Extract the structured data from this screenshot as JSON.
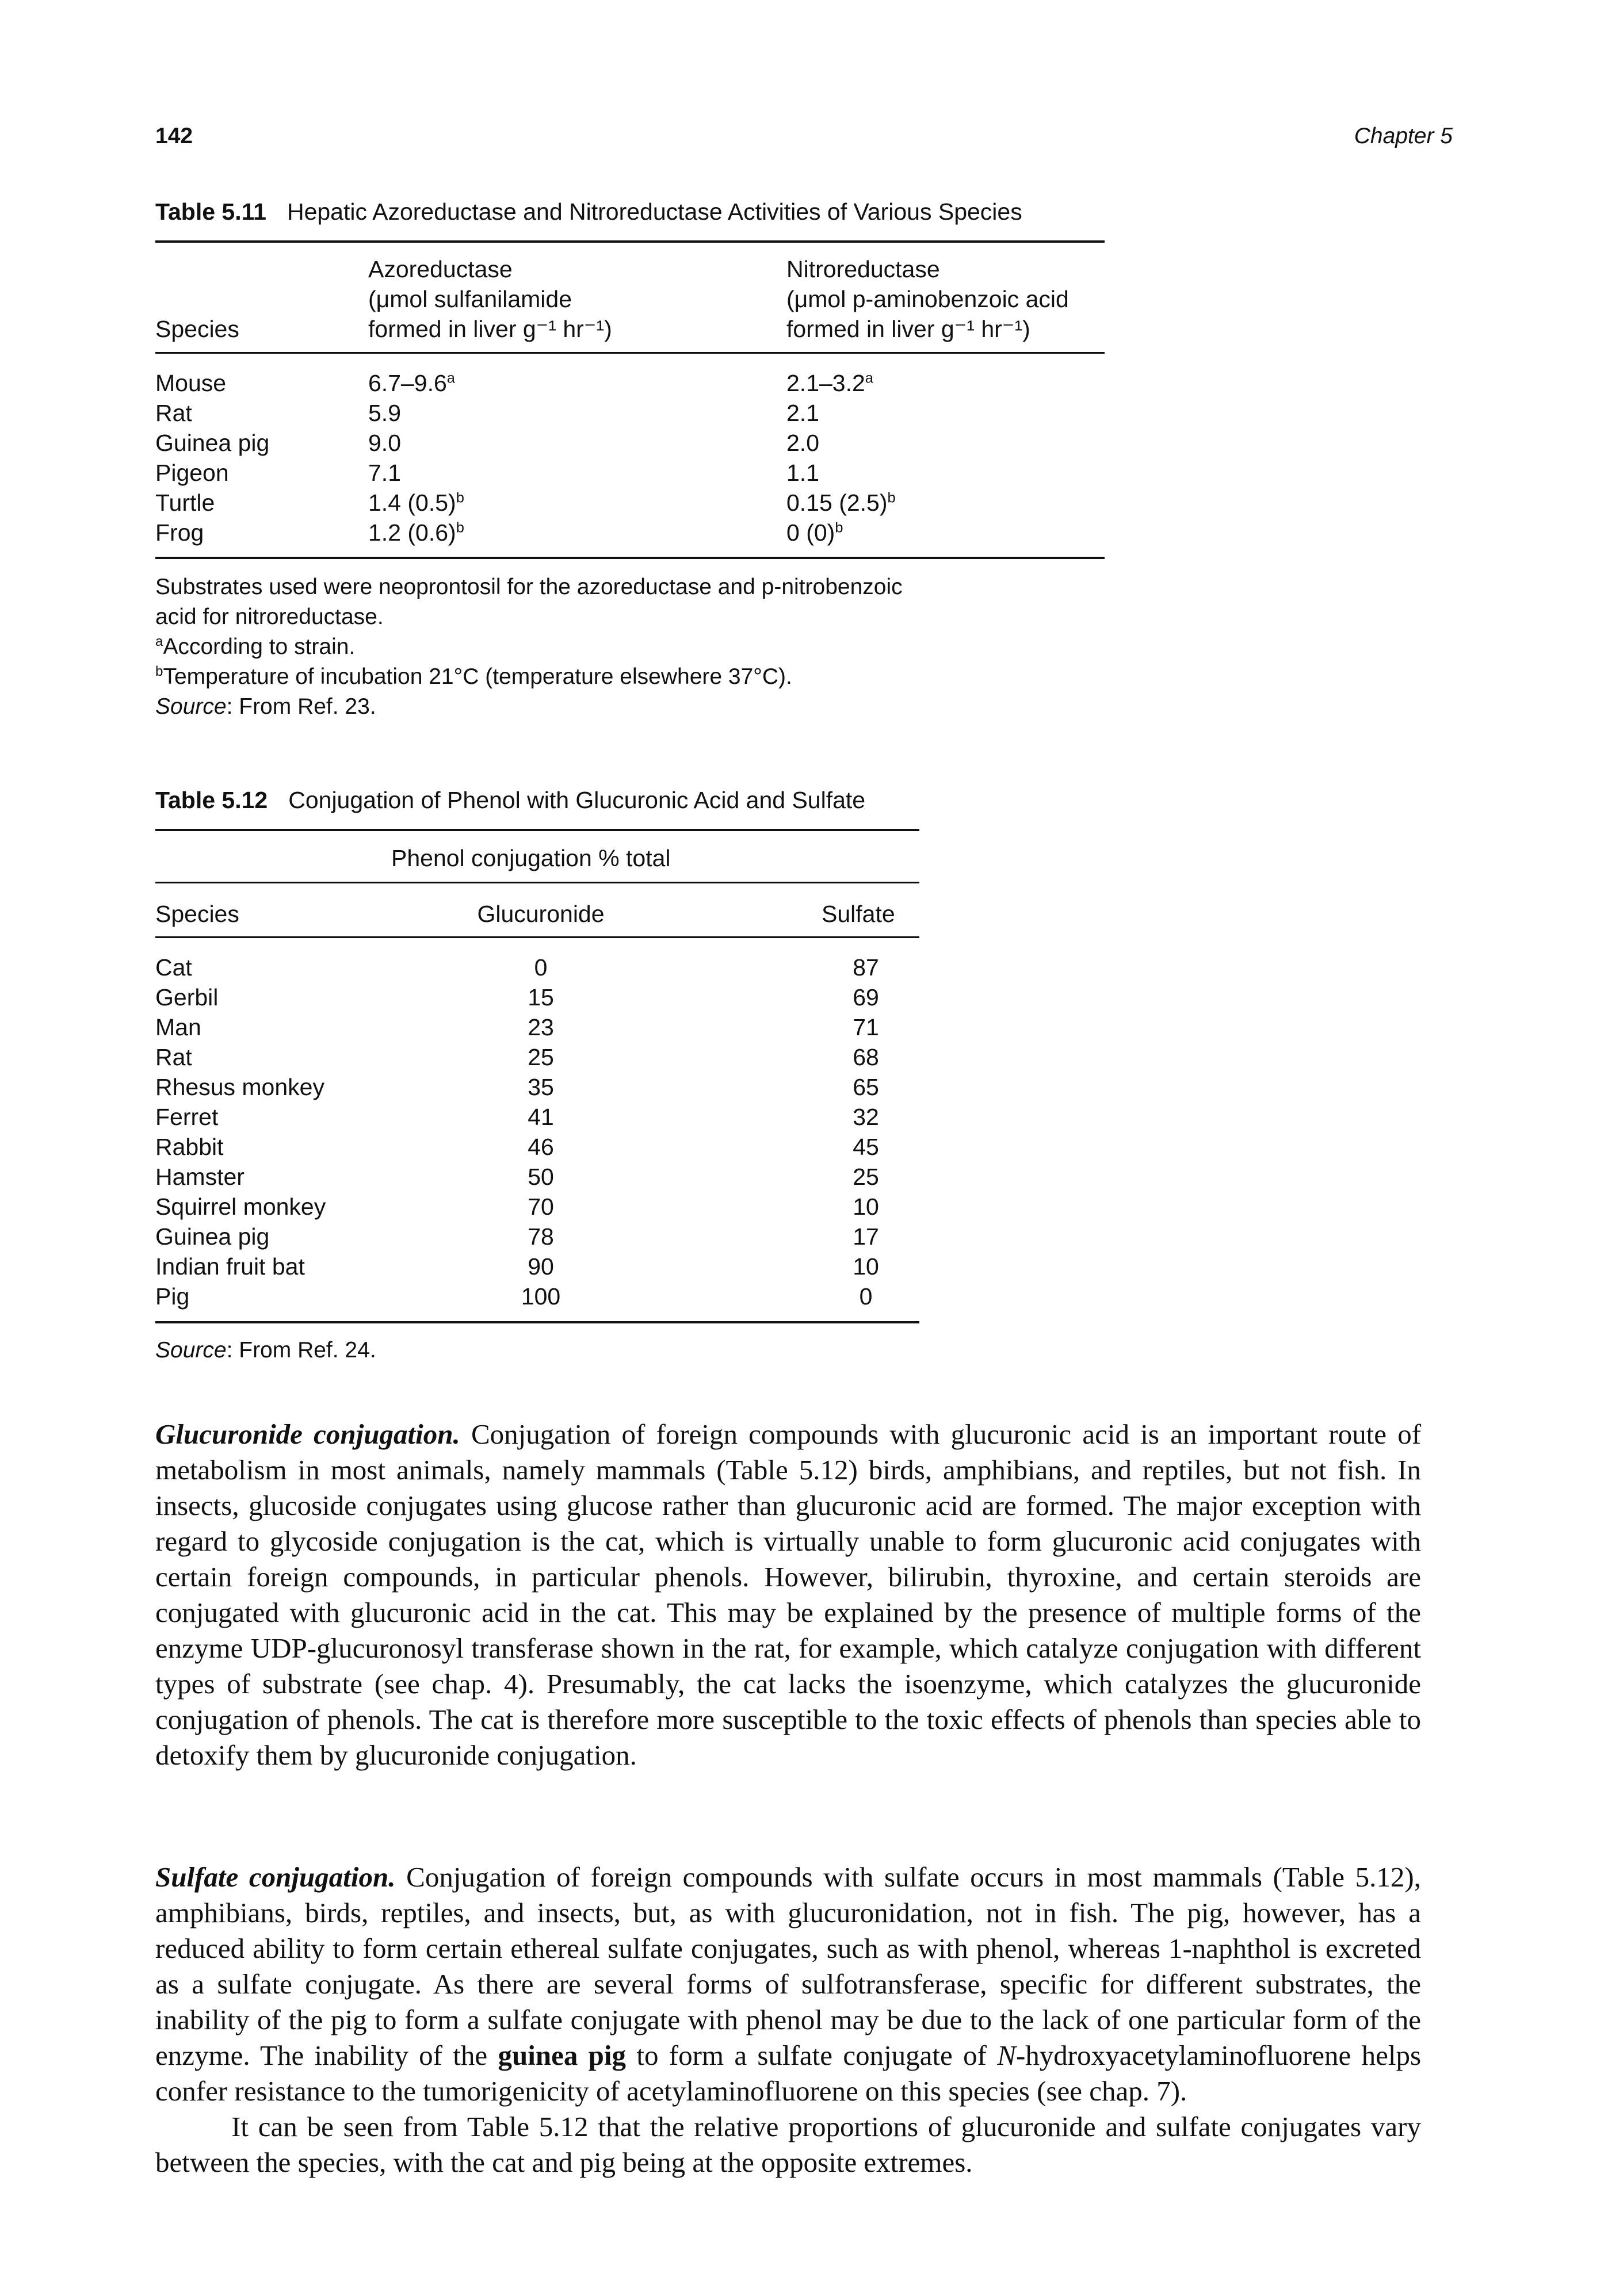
{
  "header": {
    "page_number": "142",
    "chapter": "Chapter 5"
  },
  "table_5_11": {
    "number": "Table 5.11",
    "title": "Hepatic Azoreductase and Nitroreductase Activities of Various Species",
    "col_species": "Species",
    "col_azo": [
      "Azoreductase",
      "(μmol sulfanilamide",
      "formed in liver g⁻¹ hr⁻¹)"
    ],
    "col_nitro": [
      "Nitroreductase",
      "(μmol p-aminobenzoic acid",
      "formed in liver g⁻¹ hr⁻¹)"
    ],
    "rows": [
      {
        "species": "Mouse",
        "azo": "6.7–9.6",
        "azo_sup": "a",
        "nitro": "2.1–3.2",
        "nitro_sup": "a"
      },
      {
        "species": "Rat",
        "azo": "5.9",
        "azo_sup": "",
        "nitro": "2.1",
        "nitro_sup": ""
      },
      {
        "species": "Guinea pig",
        "azo": "9.0",
        "azo_sup": "",
        "nitro": "2.0",
        "nitro_sup": ""
      },
      {
        "species": "Pigeon",
        "azo": "7.1",
        "azo_sup": "",
        "nitro": "1.1",
        "nitro_sup": ""
      },
      {
        "species": "Turtle",
        "azo": "1.4 (0.5)",
        "azo_sup": "b",
        "nitro": "0.15 (2.5)",
        "nitro_sup": "b"
      },
      {
        "species": "Frog",
        "azo": "1.2 (0.6)",
        "azo_sup": "b",
        "nitro": "0 (0)",
        "nitro_sup": "b"
      }
    ],
    "notes": {
      "substrates_1": "Substrates used were neoprontosil for the azoreductase and p-nitrobenzoic",
      "substrates_2": "acid for nitroreductase.",
      "a_mark": "a",
      "a_text": "According to strain.",
      "b_mark": "b",
      "b_text": "Temperature of incubation 21°C (temperature elsewhere 37°C).",
      "source_label": "Source",
      "source_text": ": From Ref. 23."
    }
  },
  "table_5_12": {
    "number": "Table 5.12",
    "title": "Conjugation of Phenol with Glucuronic Acid and Sulfate",
    "group_header": "Phenol conjugation % total",
    "col_species": "Species",
    "col_gluc": "Glucuronide",
    "col_sulf": "Sulfate",
    "rows": [
      {
        "species": "Cat",
        "gluc": "0",
        "sulf": "87"
      },
      {
        "species": "Gerbil",
        "gluc": "15",
        "sulf": "69"
      },
      {
        "species": "Man",
        "gluc": "23",
        "sulf": "71"
      },
      {
        "species": "Rat",
        "gluc": "25",
        "sulf": "68"
      },
      {
        "species": "Rhesus monkey",
        "gluc": "35",
        "sulf": "65"
      },
      {
        "species": "Ferret",
        "gluc": "41",
        "sulf": "32"
      },
      {
        "species": "Rabbit",
        "gluc": "46",
        "sulf": "45"
      },
      {
        "species": "Hamster",
        "gluc": "50",
        "sulf": "25"
      },
      {
        "species": "Squirrel monkey",
        "gluc": "70",
        "sulf": "10"
      },
      {
        "species": "Guinea pig",
        "gluc": "78",
        "sulf": "17"
      },
      {
        "species": "Indian fruit bat",
        "gluc": "90",
        "sulf": "10"
      },
      {
        "species": "Pig",
        "gluc": "100",
        "sulf": "0"
      }
    ],
    "source_label": "Source",
    "source_text": ": From Ref. 24."
  },
  "body": {
    "p1_heading": "Glucuronide conjugation.",
    "p1_text": " Conjugation of foreign compounds with glucuronic acid is an important route of metabolism in most animals, namely mammals (Table 5.12) birds, amphibians, and reptiles, but not fish. In insects, glucoside conjugates using glucose rather than glucuronic acid are formed. The major exception with regard to glycoside conjugation is the cat, which is virtually unable to form glucuronic acid conjugates with certain foreign compounds, in particular phenols. However, bilirubin, thyroxine, and certain steroids are conjugated with glucuronic acid in the cat. This may be explained by the presence of multiple forms of the enzyme UDP-glucuronosyl transferase shown in the rat, for example, which catalyze conjugation with different types of substrate (see chap. 4). Presumably, the cat lacks the isoenzyme, which catalyzes the glucuronide conjugation of phenols. The cat is therefore more susceptible to the toxic effects of phenols than species able to detoxify them by glucuronide conjugation.",
    "p2_heading": "Sulfate conjugation.",
    "p2_text_a": " Conjugation of foreign compounds with sulfate occurs in most mammals (Table 5.12), amphibians, birds, reptiles, and insects, but, as with glucuronidation, not in fish. The pig, however, has a reduced ability to form certain ethereal sulfate conjugates, such as with phenol, whereas 1-naphthol is excreted as a sulfate conjugate. As there are several forms of sulfotransferase, specific for different substrates, the inability of the pig to form a sulfate conjugate with phenol may be due to the lack of one particular form of the enzyme. The inability of the ",
    "p2_bold": "guinea pig",
    "p2_text_b": " to form a sulfate conjugate of ",
    "p2_italic_n": "N",
    "p2_text_c": "-hydroxyacetylaminofluorene helps confer resistance to the tumorigenicity of acetylaminofluorene on this species (see chap. 7).",
    "p3_text": "It can be seen from Table 5.12 that the relative proportions of glucuronide and sulfate conjugates vary between the species, with the cat and pig being at the opposite extremes."
  }
}
